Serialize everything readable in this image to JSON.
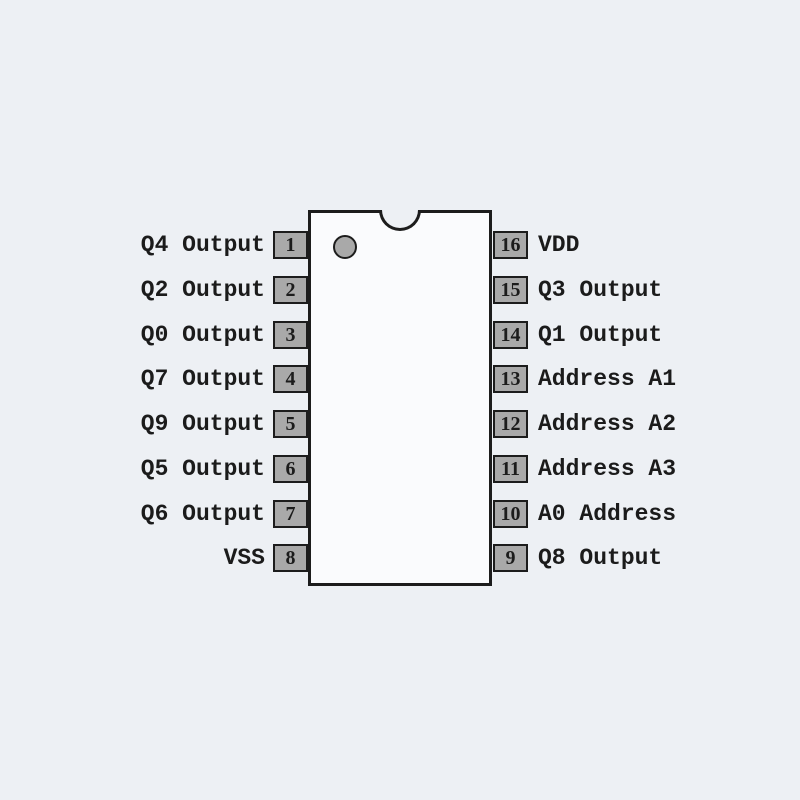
{
  "diagram": {
    "type": "ic-pinout",
    "package": "DIP-16"
  },
  "colors": {
    "background": "#edf0f4",
    "body_fill": "#fafbfd",
    "pin_fill": "#a9a9a9",
    "outline": "#1c1c1c",
    "text": "#1b1b1b"
  },
  "chip": {
    "left_pins": [
      {
        "number": "1",
        "label": "Q4 Output"
      },
      {
        "number": "2",
        "label": "Q2 Output"
      },
      {
        "number": "3",
        "label": "Q0 Output"
      },
      {
        "number": "4",
        "label": "Q7 Output"
      },
      {
        "number": "5",
        "label": "Q9 Output"
      },
      {
        "number": "6",
        "label": "Q5 Output"
      },
      {
        "number": "7",
        "label": "Q6 Output"
      },
      {
        "number": "8",
        "label": "VSS"
      }
    ],
    "right_pins": [
      {
        "number": "16",
        "label": "VDD"
      },
      {
        "number": "15",
        "label": "Q3 Output"
      },
      {
        "number": "14",
        "label": "Q1 Output"
      },
      {
        "number": "13",
        "label": "Address A1"
      },
      {
        "number": "12",
        "label": "Address A2"
      },
      {
        "number": "11",
        "label": "Address A3"
      },
      {
        "number": "10",
        "label": "A0 Address"
      },
      {
        "number": "9",
        "label": "Q8 Output"
      }
    ]
  }
}
